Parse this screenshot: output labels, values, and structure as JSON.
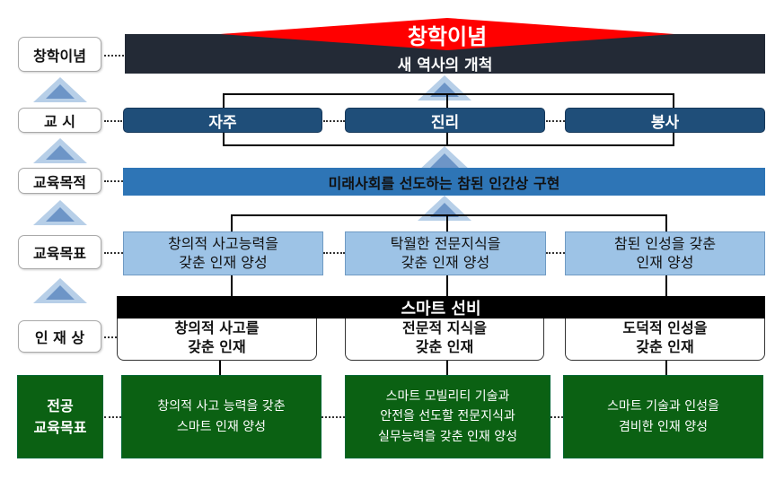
{
  "labels": {
    "founding": "창학이념",
    "motto": "교 시",
    "purpose": "교육목적",
    "goals": "교육목표",
    "talent": "인 재 상",
    "major_goals": "전공\n교육목표"
  },
  "founding": {
    "title": "창학이념",
    "subtitle": "새 역사의 개척"
  },
  "motto": [
    "자주",
    "진리",
    "봉사"
  ],
  "purpose": "미래사회를 선도하는 참된 인간상 구현",
  "goals": [
    "창의적 사고능력을\n갖춘 인재 양성",
    "탁월한 전문지식을\n갖춘 인재 양성",
    "참된 인성을 갖춘\n인재 양성"
  ],
  "talent_banner": "스마트 선비",
  "talent": [
    "창의적 사고를\n갖춘 인재",
    "전문적 지식을\n갖춘 인재",
    "도덕적 인성을\n갖춘 인재"
  ],
  "major_goals": [
    "창의적 사고 능력을 갖춘\n스마트 인재 양성",
    "스마트 모빌리티 기술과\n안전을 선도할 전문지식과\n실무능력을 갖춘 인재 양성",
    "스마트 기술과 인성을\n겸비한 인재 양성"
  ],
  "colors": {
    "dark": "#232a36",
    "red": "#ff0000",
    "navy": "#1f4e79",
    "blue": "#2e75b6",
    "lightblue": "#9dc3e6",
    "green": "#0b6113"
  }
}
